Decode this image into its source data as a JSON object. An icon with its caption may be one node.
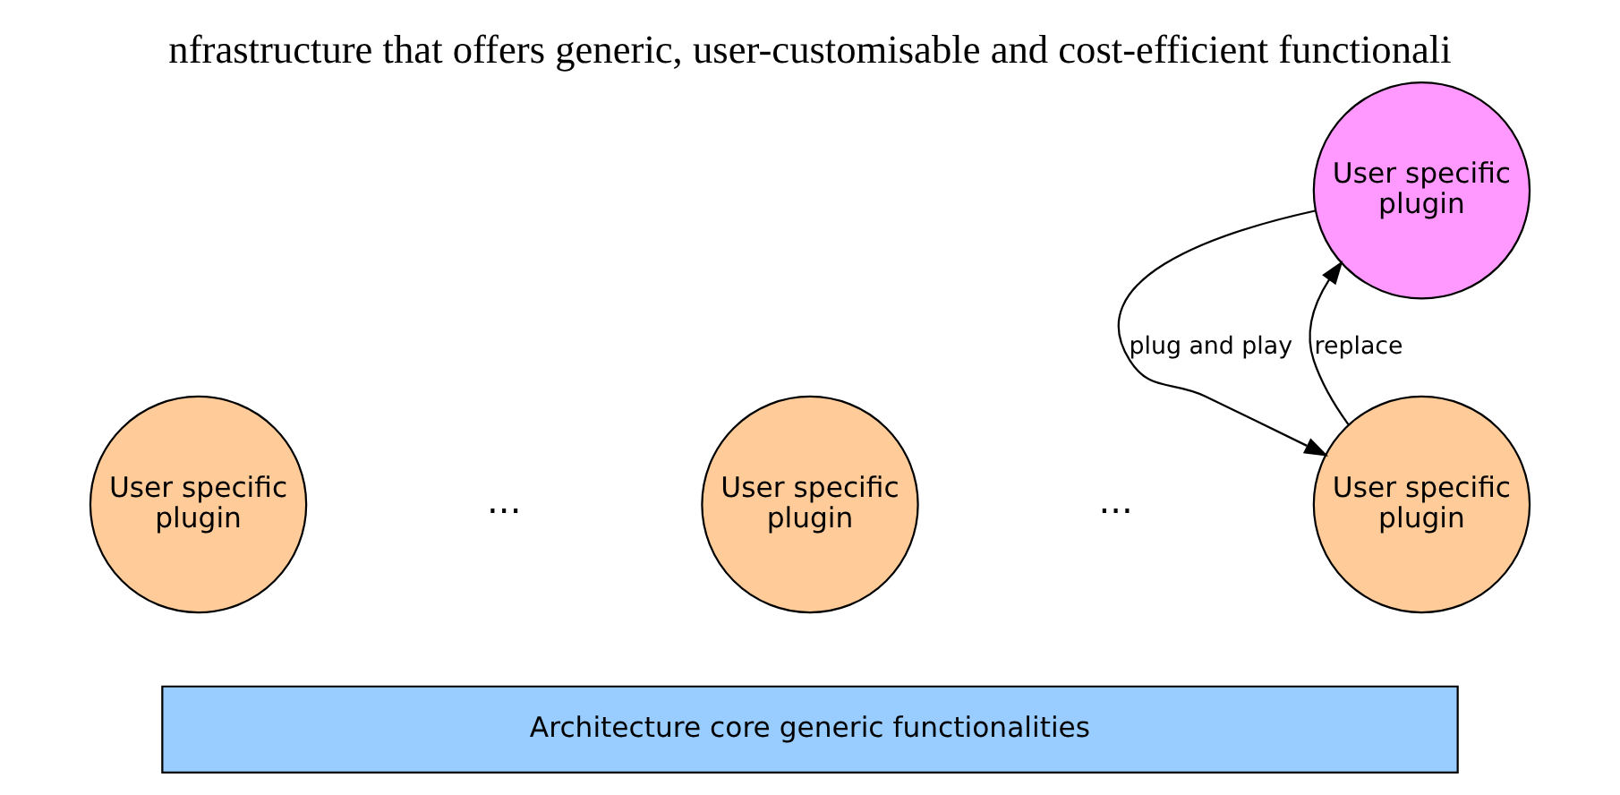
{
  "diagram": {
    "title": "nfrastructure that offers generic, user-customisable and cost-efficient functionali",
    "nodes": [
      {
        "text": [
          "Architecture core generic functionalities"
        ]
      },
      {
        "text": [
          "User specific plugin"
        ]
      },
      {
        "text": [
          "User specific plugin"
        ]
      },
      {
        "text": [
          "User specific plugin"
        ]
      },
      {
        "text": [
          "User specific plugin"
        ]
      }
    ],
    "edges": [
      {
        "from": 3,
        "to": 4,
        "arrow": "to",
        "label": "replace"
      },
      {
        "from": 4,
        "to": 3,
        "arrow": "to",
        "label": "plug and play"
      }
    ],
    "labels": [
      "...",
      "..."
    ]
  }
}
